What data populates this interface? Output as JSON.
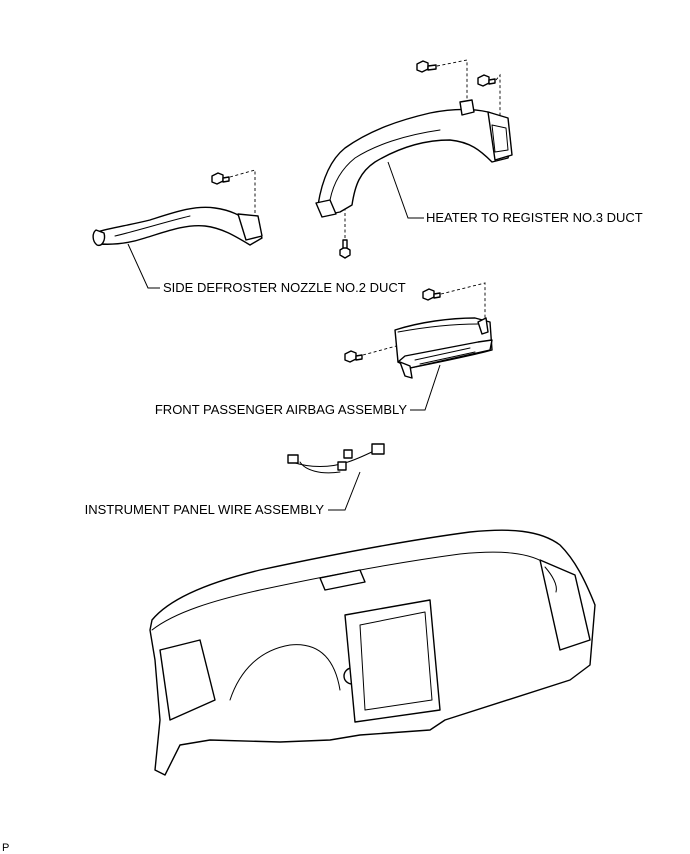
{
  "labels": {
    "heater_duct": "HEATER TO REGISTER NO.3 DUCT",
    "side_defroster": "SIDE DEFROSTER NOZZLE NO.2 DUCT",
    "airbag": "FRONT PASSENGER AIRBAG ASSEMBLY",
    "wire": "INSTRUMENT PANEL WIRE ASSEMBLY"
  },
  "corner_mark": "P"
}
